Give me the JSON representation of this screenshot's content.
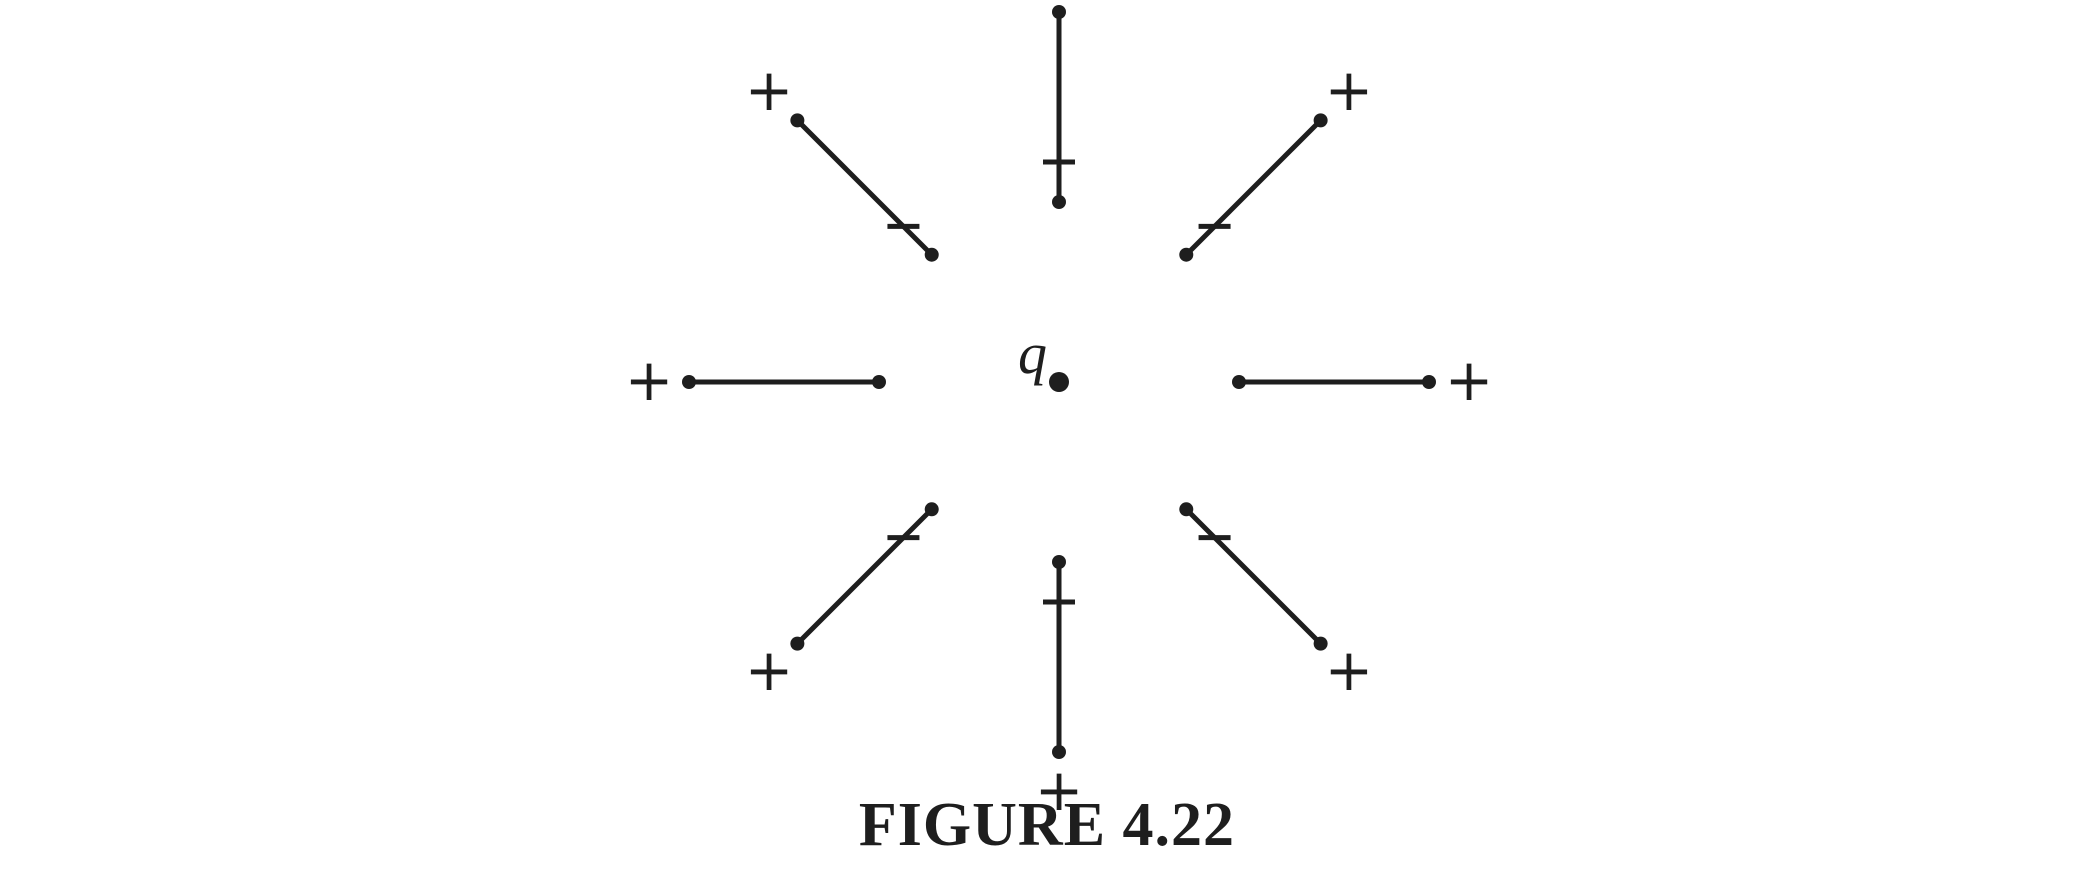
{
  "figure": {
    "caption": "FIGURE 4.22",
    "charge_label": "q",
    "inner_sign": "−",
    "outer_sign": "+",
    "dipole_count": 8,
    "ink_color": "#1e1e1e"
  }
}
